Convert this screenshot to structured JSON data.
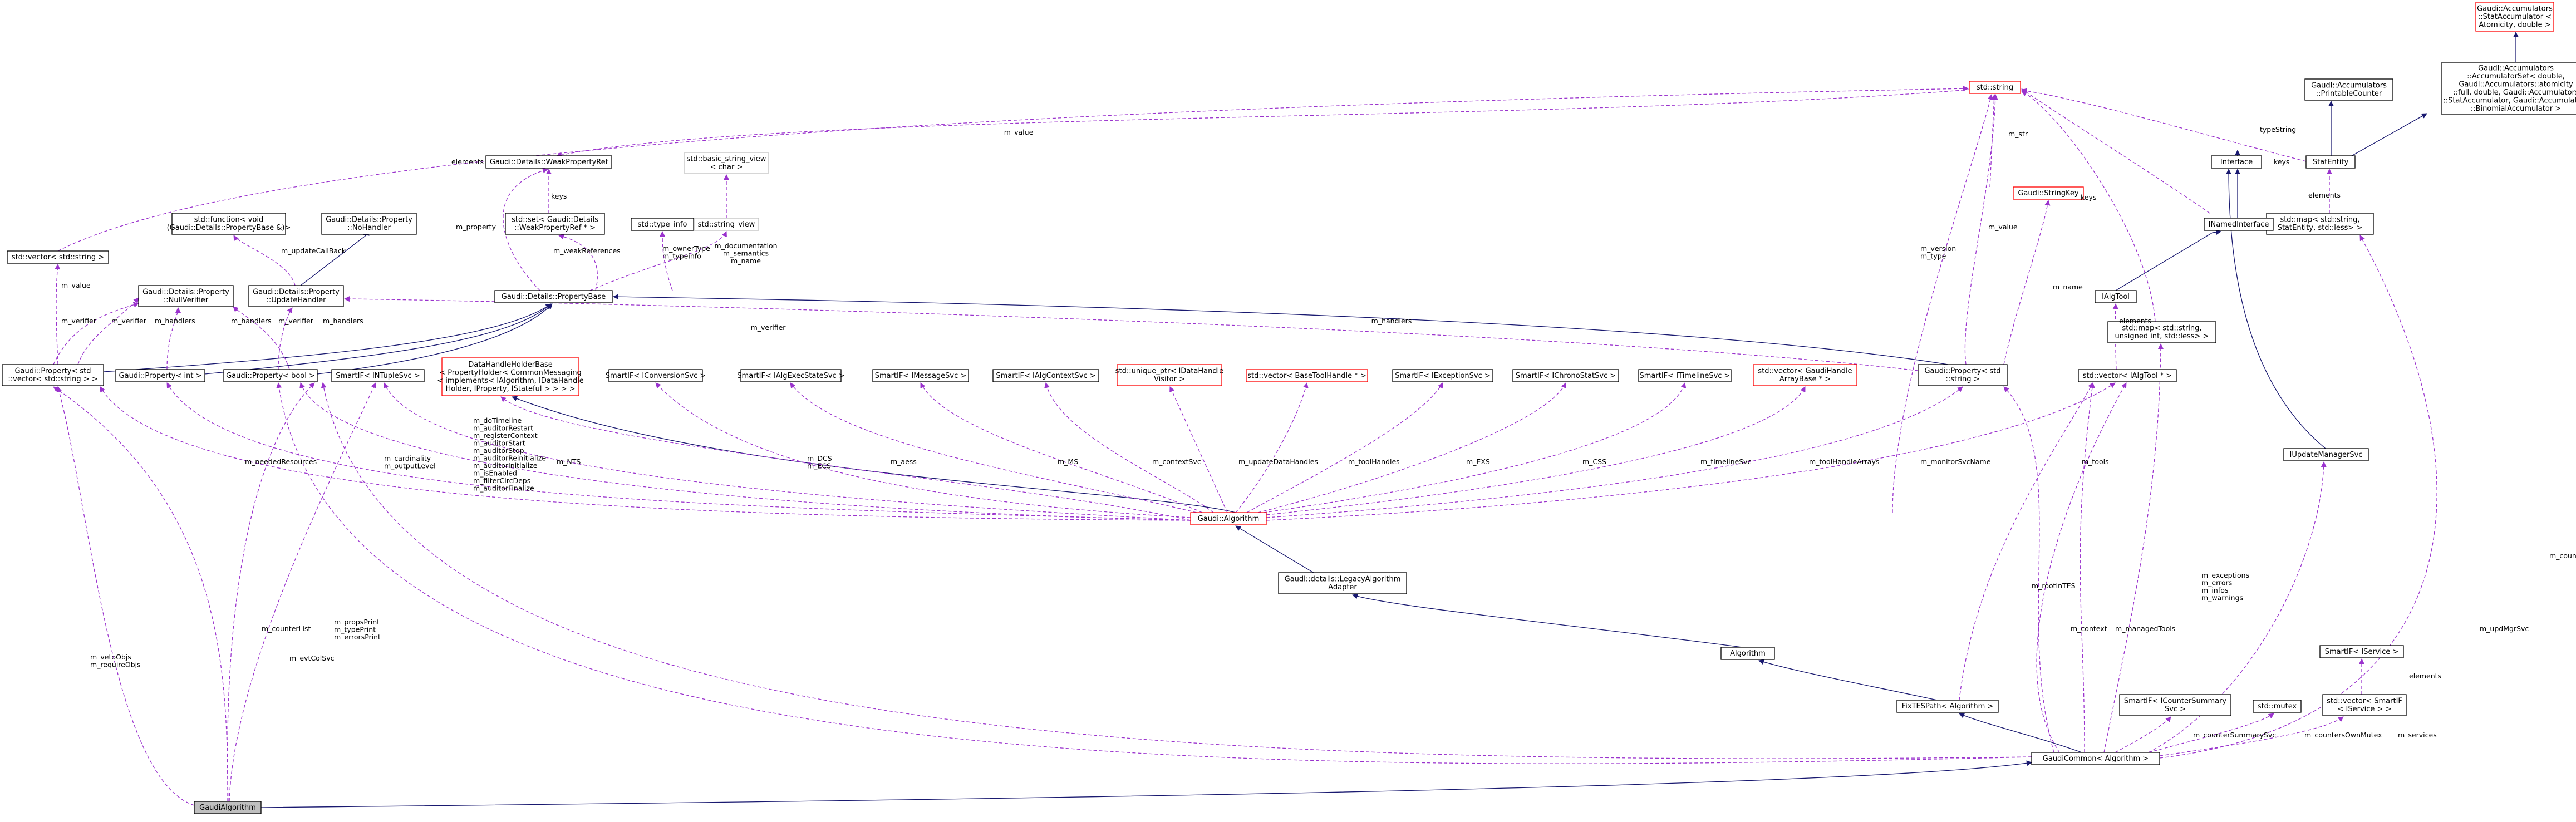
{
  "nodes": {
    "acc_static": [
      "Gaudi::Accumulators",
      "::StatAccumulator <",
      "Atomicity, double >"
    ],
    "acc_long": [
      "Gaudi::Accumulators",
      "::AccumulatorSet< double,",
      "Gaudi::Accumulators::atomicity",
      "::full, double, Gaudi::Accumulators",
      "::StatAccumulator, Gaudi::Accumulators",
      "::BinomialAccumulator >"
    ],
    "std_string": [
      "std::string"
    ],
    "printable": [
      "Gaudi::Accumulators",
      "::PrintableCounter"
    ],
    "interface": [
      "Interface"
    ],
    "statentity": [
      "StatEntity"
    ],
    "map_statentity": [
      "std::map< std::string,",
      "StatEntity, std::less> >"
    ],
    "inamed": [
      "INamedInterface"
    ],
    "string_key": [
      "Gaudi::StringKey"
    ],
    "weak_ref": [
      "Gaudi::Details::WeakPropertyRef"
    ],
    "sv_char": [
      "std::basic_string_view",
      "< char >"
    ],
    "vec_string": [
      "std::vector< std::string >"
    ],
    "std_function": [
      "std::function< void",
      "(Gaudi::Details::PropertyBase &)>"
    ],
    "no_handler": [
      "Gaudi::Details::Property",
      "::NoHandler"
    ],
    "set_weak": [
      "std::set< Gaudi::Details",
      "::WeakPropertyRef * >"
    ],
    "type_info": [
      "std::type_info"
    ],
    "string_view": [
      "std::string_view"
    ],
    "null_verifier": [
      "Gaudi::Details::Property",
      "::NullVerifier"
    ],
    "update_handler": [
      "Gaudi::Details::Property",
      "::UpdateHandler"
    ],
    "property_base": [
      "Gaudi::Details::PropertyBase"
    ],
    "ialgtool": [
      "IAlgTool"
    ],
    "map_uint": [
      "std::map< std::string,",
      "unsigned int, std::less> >"
    ],
    "prop_vec_string": [
      "Gaudi::Property< std",
      "::vector< std::string > >"
    ],
    "prop_int": [
      "Gaudi::Property< int >"
    ],
    "prop_bool": [
      "Gaudi::Property< bool >"
    ],
    "sp_ntuple": [
      "SmartIF< INTupleSvc >"
    ],
    "datahandle_holder": [
      "DataHandleHolderBase",
      "< PropertyHolder< CommonMessaging",
      "< implements< IAlgorithm, IDataHandle",
      "Holder, IProperty, IStateful > > > >"
    ],
    "sp_conversion": [
      "SmartIF< IConversionSvc >"
    ],
    "sp_algexec": [
      "SmartIF< IAlgExecStateSvc >"
    ],
    "sp_message": [
      "SmartIF< IMessageSvc >"
    ],
    "sp_algcontext": [
      "SmartIF< IAlgContextSvc >"
    ],
    "uptr_visitor": [
      "std::unique_ptr< IDataHandle",
      "Visitor >"
    ],
    "vec_basetool": [
      "std::vector< BaseToolHandle * >"
    ],
    "sp_exception": [
      "SmartIF< IExceptionSvc >"
    ],
    "sp_chrono": [
      "SmartIF< IChronoStatSvc >"
    ],
    "sp_timeline": [
      "SmartIF< ITimelineSvc >"
    ],
    "vec_handlearray": [
      "std::vector< GaudiHandle",
      "ArrayBase * >"
    ],
    "prop_string": [
      "Gaudi::Property< std",
      "::string >"
    ],
    "vec_ialgtool": [
      "std::vector< IAlgTool * >"
    ],
    "iupdate": [
      "IUpdateManagerSvc"
    ],
    "gaudi_algorithm": [
      "Gaudi::Algorithm"
    ],
    "legacy_adapter": [
      "Gaudi::details::LegacyAlgorithm",
      "Adapter"
    ],
    "algorithm": [
      "Algorithm"
    ],
    "sp_iservice": [
      "SmartIF< IService >"
    ],
    "fixtes": [
      "FixTESPath< Algorithm >"
    ],
    "sp_counter": [
      "SmartIF< ICounterSummary",
      "Svc >"
    ],
    "vec_sp_iservice": [
      "std::vector< SmartIF",
      "< IService > >"
    ],
    "mutex": [
      "std::mutex"
    ],
    "gaudi_common": [
      "GaudiCommon< Algorithm >"
    ],
    "gaudi_alg": [
      "GaudiAlgorithm"
    ]
  },
  "edge_labels": {
    "m_value_top": [
      "m_value"
    ],
    "elements_top": [
      "elements"
    ],
    "m_str": [
      "m_str"
    ],
    "keys_map": [
      "keys"
    ],
    "keys_map2": [
      "keys"
    ],
    "typestring": [
      "typeString"
    ],
    "elements_se": [
      "elements"
    ],
    "keys_weak": [
      "keys"
    ],
    "m_property": [
      "m_property"
    ],
    "m_version_type": [
      "m_version",
      "m_type"
    ],
    "m_value_str": [
      "m_value"
    ],
    "m_update_cb": [
      "m_updateCallBack"
    ],
    "m_weak_refs": [
      "m_weakReferences"
    ],
    "m_owner_type": [
      "m_ownerType",
      "m_typeinfo"
    ],
    "m_doc_sem_name": [
      "m_documentation",
      "m_semantics",
      "m_name"
    ],
    "m_value_vs": [
      "m_value"
    ],
    "m_name": [
      "m_name"
    ],
    "m_verifier_1": [
      "m_verifier"
    ],
    "m_verifier_2": [
      "m_verifier"
    ],
    "m_handlers_1": [
      "m_handlers"
    ],
    "m_handlers_2": [
      "m_handlers"
    ],
    "m_verifier_3": [
      "m_verifier"
    ],
    "m_handlers_3": [
      "m_handlers"
    ],
    "m_handlers_4": [
      "m_handlers"
    ],
    "m_verifier_4": [
      "m_verifier"
    ],
    "elements_vt": [
      "elements"
    ],
    "m_needed": [
      "m_neededResources"
    ],
    "m_cardinality": [
      "m_cardinality",
      "m_outputLevel"
    ],
    "m_long_props": [
      "m_doTimeline",
      "m_auditorRestart",
      "m_registerContext",
      "m_auditorStart",
      "m_auditorStop",
      "m_auditorReinitialize",
      "m_auditorInitialize",
      "m_isEnabled",
      "m_filterCircDeps",
      "m_auditorFinalize"
    ],
    "m_nts": [
      "m_NTS"
    ],
    "m_dcs_ecs": [
      "m_DCS",
      "m_ECS"
    ],
    "m_aess": [
      "m_aess"
    ],
    "m_ms": [
      "m_MS"
    ],
    "m_contextsvc": [
      "m_contextSvc"
    ],
    "m_update_handles": [
      "m_updateDataHandles"
    ],
    "m_tool_handles": [
      "m_toolHandles"
    ],
    "m_exs": [
      "m_EXS"
    ],
    "m_css": [
      "m_CSS"
    ],
    "m_timeline": [
      "m_timelineSvc"
    ],
    "m_toolhandle_arrays": [
      "m_toolHandleArrays"
    ],
    "m_monitor": [
      "m_monitorSvcName"
    ],
    "m_tools": [
      "m_tools"
    ],
    "m_roottes": [
      "m_rootInTES"
    ],
    "m_context": [
      "m_context"
    ],
    "m_managed": [
      "m_managedTools"
    ],
    "m_exceptions": [
      "m_exceptions",
      "m_errors",
      "m_infos",
      "m_warnings"
    ],
    "m_updmgr": [
      "m_updMgrSvc"
    ],
    "m_counters_own": [
      "m_countersOwn"
    ],
    "elements_svc": [
      "elements"
    ],
    "m_counter_summary": [
      "m_counterSummarySvc"
    ],
    "m_counters_mutex": [
      "m_countersOwnMutex"
    ],
    "m_services": [
      "m_services"
    ],
    "m_counter_list": [
      "m_counterList"
    ],
    "m_props_print": [
      "m_propsPrint",
      "m_typePrint",
      "m_errorsPrint"
    ],
    "m_evt_col": [
      "m_evtColSvc"
    ],
    "m_veto": [
      "m_vetoObjs",
      "m_requireObjs"
    ]
  }
}
